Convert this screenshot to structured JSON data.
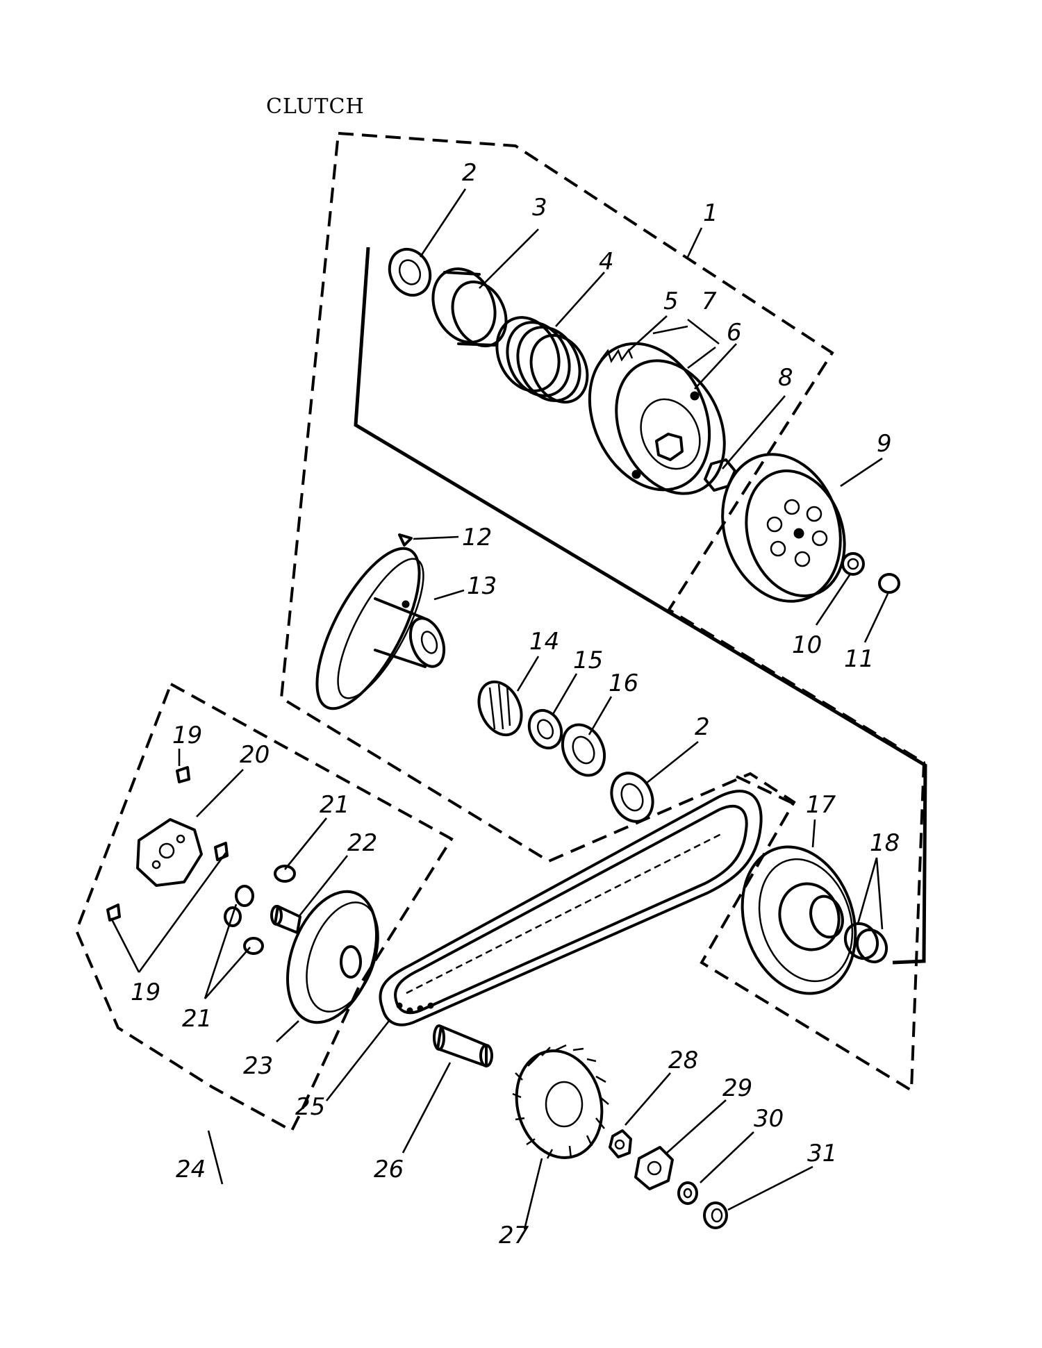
{
  "title": "CLUTCH",
  "callouts": {
    "c1": "1",
    "c2a": "2",
    "c2b": "2",
    "c3": "3",
    "c4": "4",
    "c5": "5",
    "c6": "6",
    "c7": "7",
    "c8": "8",
    "c9": "9",
    "c10": "10",
    "c11": "11",
    "c12": "12",
    "c13": "13",
    "c14": "14",
    "c15": "15",
    "c16": "16",
    "c17": "17",
    "c18": "18",
    "c19a": "19",
    "c19b": "19",
    "c20": "20",
    "c21a": "21",
    "c21b": "21",
    "c22": "22",
    "c23": "23",
    "c24": "24",
    "c25": "25",
    "c26": "26",
    "c27": "27",
    "c28": "28",
    "c29": "29",
    "c30": "30",
    "c31": "31"
  }
}
